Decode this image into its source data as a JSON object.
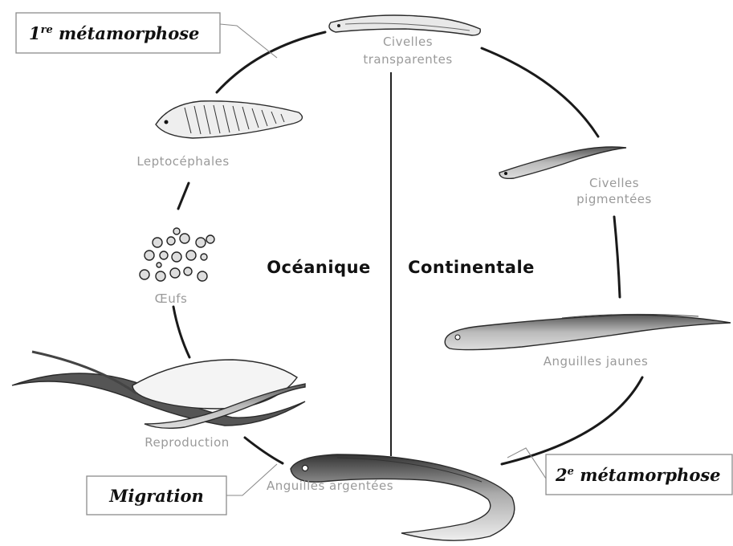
{
  "zones": {
    "left": "Océanique",
    "right": "Continentale"
  },
  "stages": {
    "civelles_transparentes": [
      "Civelles",
      "transparentes"
    ],
    "leptocephales": "Leptocéphales",
    "civelles_pigmentees": [
      "Civelles",
      "pigmentées"
    ],
    "oeufs": "Œufs",
    "anguilles_jaunes": "Anguilles jaunes",
    "reproduction": "Reproduction",
    "anguilles_argentees": "Anguilles argentées"
  },
  "boxes": {
    "first_metamorphosis": {
      "num": "1",
      "sup": "re",
      "rest": " métamorphose"
    },
    "second_metamorphosis": {
      "num": "2",
      "sup": "e",
      "rest": " métamorphose"
    },
    "migration": "Migration"
  },
  "colors": {
    "arc": "#1a1a1a",
    "stage_label": "#9a9a9a",
    "box_border": "#8c8c8c"
  }
}
